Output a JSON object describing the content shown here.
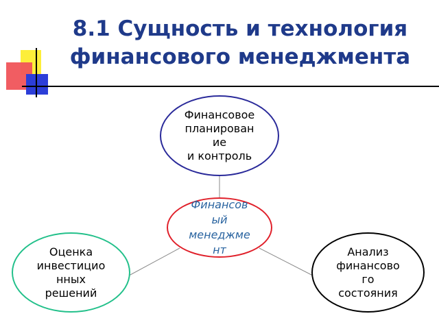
{
  "title": {
    "line1": "8.1 Сущность и технология",
    "line2": "финансового менеджмента"
  },
  "nodes": {
    "top": "Финансовое\nпланирован\nие\nи контроль",
    "center": "Финансов\nый\nменеджме\nнт",
    "left": "Оценка\nинвестицио\nнных\nрешений",
    "right": "Анализ\nфинансово\nго\nсостояния"
  },
  "colors": {
    "title": "#1f3a8a",
    "top_border": "#2a2a9a",
    "center_border": "#e0202a",
    "center_text": "#2a64a0",
    "left_border": "#22c08a",
    "right_border": "#000000"
  }
}
